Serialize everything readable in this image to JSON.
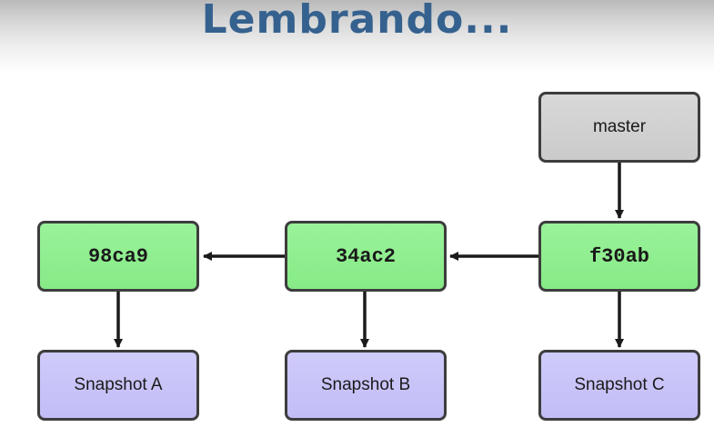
{
  "title": "Lembrando...",
  "diagram": {
    "branch": {
      "label": "master"
    },
    "commits": [
      {
        "id": "98ca9"
      },
      {
        "id": "34ac2"
      },
      {
        "id": "f30ab"
      }
    ],
    "snapshots": [
      {
        "label": "Snapshot A"
      },
      {
        "label": "Snapshot B"
      },
      {
        "label": "Snapshot C"
      }
    ]
  },
  "colors": {
    "title": "#35618f",
    "commit_fill": "#90ee90",
    "snapshot_fill": "#c8c4f8",
    "branch_fill": "#d2d2d2",
    "border": "#3d3d3d"
  }
}
